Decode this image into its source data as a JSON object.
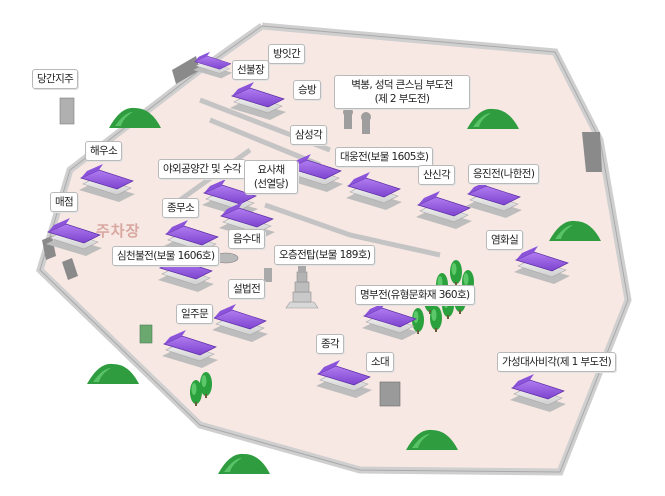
{
  "map": {
    "parking_label": "주차장",
    "colors": {
      "ground": "#f7e7e3",
      "wall": "#c8c8c8",
      "roof": "#9a5fe0",
      "roof_dark": "#6e3aba",
      "hill": "#2e9a3e",
      "tree": "#27a33a"
    },
    "labels": {
      "danggan": "당간지주",
      "haeuso": "해우소",
      "maejeom": "매점",
      "seonbuljang": "선불장",
      "bangitgan": "방잇간",
      "seungbang": "승방",
      "byeokbong": "벽봉, 성덕 큰스님 부도전",
      "byeokbong_sub": "(제 2 부도전)",
      "samseonggak": "삼성각",
      "daeungjeon": "대웅전(보물 1605호)",
      "ayawall": "야외공양간 및 수각",
      "yosache": "요사채",
      "yosache_sub": "(선열당)",
      "sansingak": "산신각",
      "eungjinjeon": "응진전(나한전)",
      "jongmuso": "종무소",
      "eumsudae": "음수대",
      "yeomhwasil": "염화실",
      "simgeonbuljeon": "심천불전(보물 1606호)",
      "ocheungjeontap": "오층전탑(보물 189호)",
      "seolbeopjeon": "설법전",
      "myeongbujeon": "명부전(유형문화재 360호)",
      "iljumun": "일주문",
      "jonggak": "종각",
      "sodae": "소대",
      "gaseongdaesa": "가성대사비각(제 1 부도전)"
    }
  }
}
